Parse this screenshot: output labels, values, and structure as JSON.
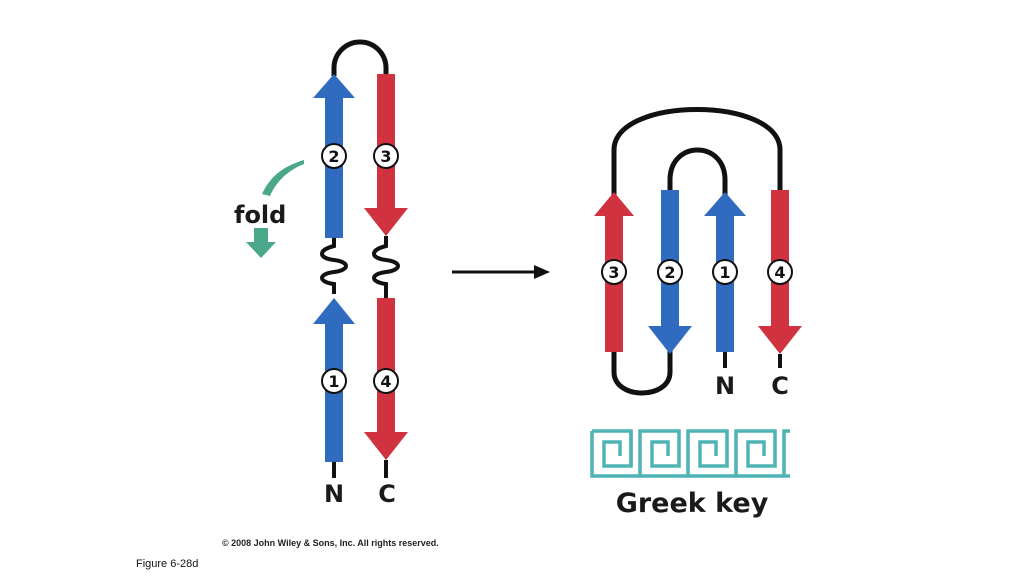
{
  "colors": {
    "blue": "#2f6cc0",
    "red": "#d0323f",
    "loop": "#111111",
    "fold_arrow": "#4aa78a",
    "greek_key": "#4fb3b5"
  },
  "left_hairpin": {
    "strand_labels": [
      "2",
      "3",
      "1",
      "4"
    ],
    "terminus_n": "N",
    "terminus_c": "C",
    "fold_label": "fold"
  },
  "right_greek_key": {
    "strand_labels": [
      "3",
      "2",
      "1",
      "4"
    ],
    "terminus_n": "N",
    "terminus_c": "C",
    "caption": "Greek key"
  },
  "copyright": "© 2008 John Wiley & Sons, Inc. All rights reserved.",
  "figure_label": "Figure 6-28d"
}
